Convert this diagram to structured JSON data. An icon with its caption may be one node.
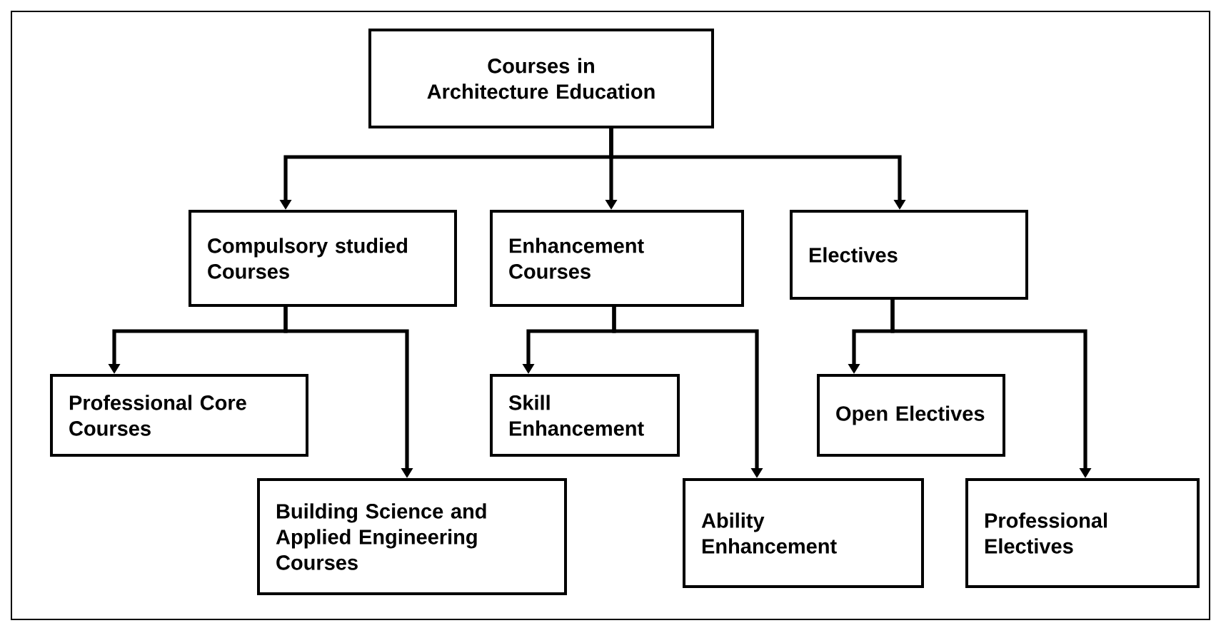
{
  "diagram": {
    "nodes": [
      {
        "text": [
          "Courses in Architecture Education"
        ]
      },
      {
        "text": [
          "Compulsory studied Courses"
        ]
      },
      {
        "text": [
          "Enhancement Courses"
        ]
      },
      {
        "text": [
          "Electives"
        ]
      },
      {
        "text": [
          "Professional Core Courses"
        ]
      },
      {
        "text": [
          "Building Science and Applied Engineering Courses"
        ]
      },
      {
        "text": [
          "Skill Enhancement"
        ]
      },
      {
        "text": [
          "Ability Enhancement"
        ]
      },
      {
        "text": [
          "Open Electives"
        ]
      },
      {
        "text": [
          "Professional Electives"
        ]
      }
    ],
    "edges": [
      {
        "from": 0,
        "to": 1,
        "arrow": "to"
      },
      {
        "from": 0,
        "to": 2,
        "arrow": "to"
      },
      {
        "from": 0,
        "to": 3,
        "arrow": "to"
      },
      {
        "from": 1,
        "to": 4,
        "arrow": "to"
      },
      {
        "from": 1,
        "to": 5,
        "arrow": "to"
      },
      {
        "from": 2,
        "to": 6,
        "arrow": "to"
      },
      {
        "from": 2,
        "to": 7,
        "arrow": "to"
      },
      {
        "from": 3,
        "to": 8,
        "arrow": "to"
      },
      {
        "from": 3,
        "to": 9,
        "arrow": "to"
      }
    ]
  }
}
